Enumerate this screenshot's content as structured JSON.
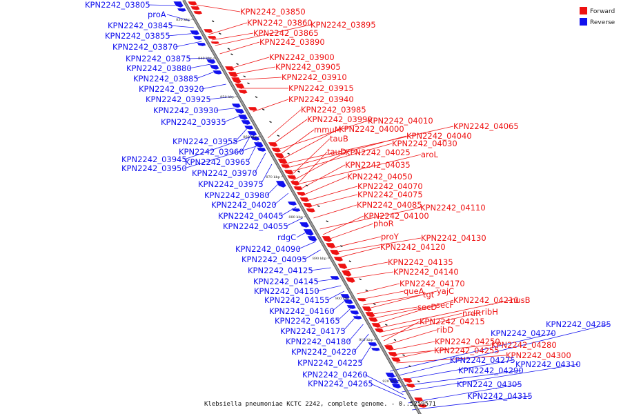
{
  "colors": {
    "forward": "#ee1111",
    "reverse": "#1111ee",
    "backbone": "#888888"
  },
  "legend": [
    {
      "name": "Forward",
      "color": "#ee1111"
    },
    {
      "name": "Reverse",
      "color": "#1111ee"
    }
  ],
  "caption": "Klebsiella pneumoniae KCTC 2242, complete genome. - 0..5259571",
  "ticks": [
    "830 kbp",
    "840 kbp",
    "850 kbp",
    "860 kbp",
    "870 kbp",
    "880 kbp",
    "890 kbp",
    "900 kbp",
    "910 kbp",
    "920 kbp"
  ],
  "forward_labels": [
    "KPN2242_03850",
    "KPN2242_03860",
    "KPN2242_03865",
    "KPN2242_03895",
    "KPN2242_03890",
    "KPN2242_03900",
    "KPN2242_03905",
    "KPN2242_03910",
    "KPN2242_03915",
    "KPN2242_03940",
    "KPN2242_03985",
    "KPN2242_03990",
    "KPN2242_04010",
    "mmuM",
    "KPN2242_04000",
    "KPN2242_04065",
    "KPN2242_04040",
    "KPN2242_04030",
    "tauB",
    "KPN2242_04025",
    "aroL",
    "tauD",
    "KPN2242_04035",
    "KPN2242_04050",
    "KPN2242_04070",
    "KPN2242_04075",
    "KPN2242_04085",
    "KPN2242_04110",
    "KPN2242_04100",
    "phoR",
    "proY",
    "KPN2242_04130",
    "KPN2242_04120",
    "KPN2242_04135",
    "KPN2242_04140",
    "KPN2242_04170",
    "queA",
    "tgt",
    "yajC",
    "secD",
    "secF",
    "KPN2242_04210",
    "nusB",
    "nrdR",
    "ribH",
    "KPN2242_04215",
    "ribD",
    "KPN2242_04250",
    "KPN2242_04280",
    "KPN2242_04255",
    "KPN2242_04300"
  ],
  "reverse_labels": [
    "KPN2242_03805",
    "proA",
    "KPN2242_03845",
    "KPN2242_03855",
    "KPN2242_03870",
    "KPN2242_03875",
    "KPN2242_03880",
    "KPN2242_03885",
    "KPN2242_03920",
    "KPN2242_03925",
    "KPN2242_03930",
    "KPN2242_03935",
    "KPN2242_03955",
    "KPN2242_03960",
    "KPN2242_03945",
    "KPN2242_03965",
    "KPN2242_03950",
    "KPN2242_03970",
    "KPN2242_03975",
    "KPN2242_03980",
    "KPN2242_04020",
    "KPN2242_04045",
    "KPN2242_04055",
    "rdgC",
    "KPN2242_04090",
    "KPN2242_04095",
    "KPN2242_04125",
    "KPN2242_04145",
    "KPN2242_04150",
    "KPN2242_04155",
    "KPN2242_04160",
    "KPN2242_04165",
    "KPN2242_04175",
    "KPN2242_04180",
    "KPN2242_04220",
    "KPN2242_04225",
    "KPN2242_04270",
    "KPN2242_04285",
    "KPN2242_04275",
    "KPN2242_04290",
    "KPN2242_04310",
    "KPN2242_04260",
    "KPN2242_04265",
    "KPN2242_04305",
    "KPN2242_04315"
  ]
}
